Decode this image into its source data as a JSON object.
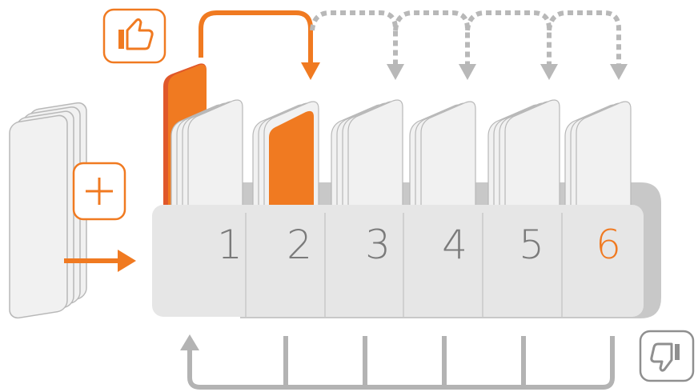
{
  "diagram": {
    "boxes": [
      {
        "number": "1"
      },
      {
        "number": "2"
      },
      {
        "number": "3"
      },
      {
        "number": "4"
      },
      {
        "number": "5"
      },
      {
        "number": "6"
      }
    ],
    "highlight_index": 5
  },
  "icons": {
    "correct": "thumbs-up",
    "add": "plus",
    "wrong": "thumbs-down"
  },
  "colors": {
    "accent": "#f07a21",
    "accent_dark": "#e0582a",
    "tray_front": "#e6e6e6",
    "tray_back": "#c8c8c8",
    "number": "#7a7a7a",
    "card_face": "#f1f1f1",
    "card_edge": "#b8b8b8",
    "arrow_gray": "#b3b3b3",
    "dashed_gray": "#b8b8b8",
    "icon_border_gray": "#8f8f8f"
  }
}
